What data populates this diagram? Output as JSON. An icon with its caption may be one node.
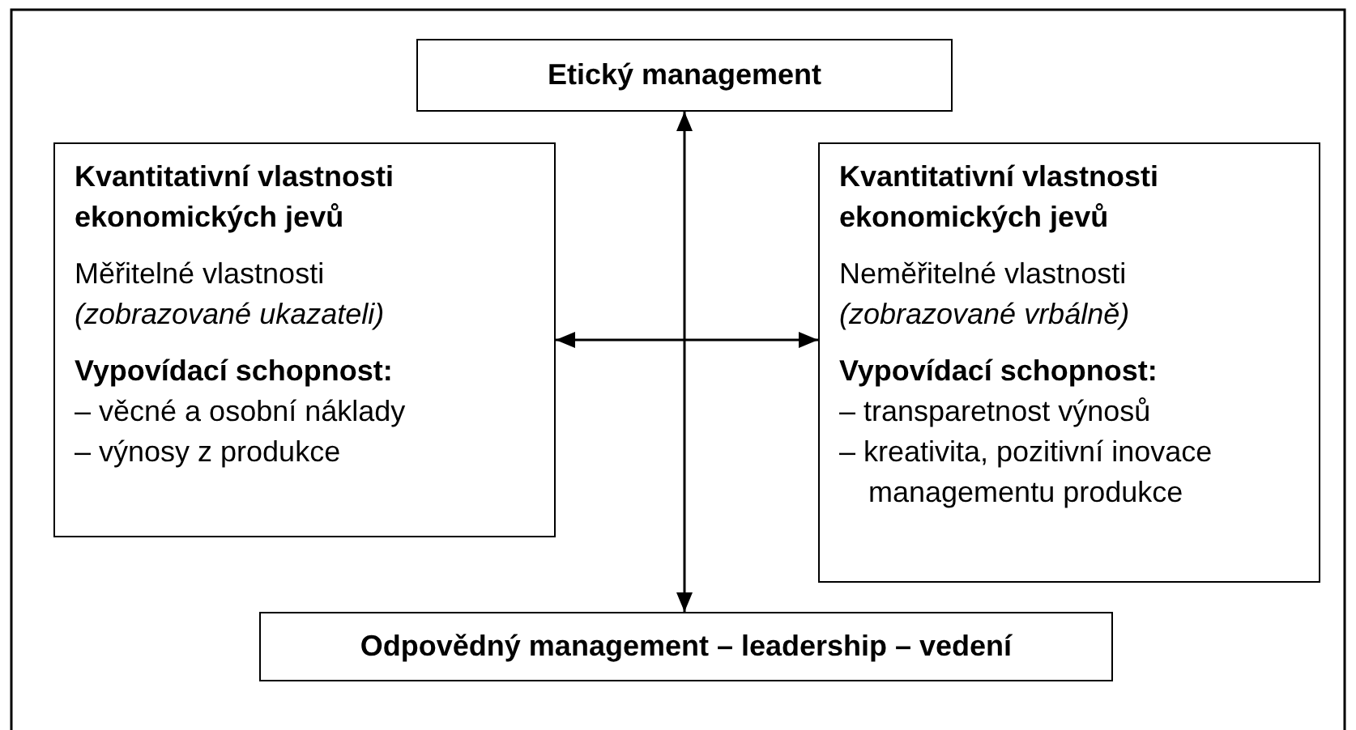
{
  "diagram": {
    "nodes": [
      {
        "text": [
          "Etický management"
        ]
      },
      {
        "text": [
          "Kvantitativní vlastnosti ekonomických jevů",
          "Měřitelné vlastnosti *(zobrazované ukazateli)*",
          "Vypovídací schopnost:",
          "– věcné a osobní náklady",
          "– výnosy z produkce"
        ]
      },
      {
        "text": [
          "Kvantitativní vlastnosti ekonomických jevů",
          "Neměřitelné vlastnosti *(zobrazované vrbálně)*",
          "Vypovídací schopnost:",
          "– transparetnost výnosů",
          "– kreativita, pozitivní inovace managementu produkce"
        ]
      },
      {
        "text": [
          "Odpovědný management – leadership – vedení"
        ]
      }
    ],
    "edges": [
      {
        "from": 0,
        "to": 3,
        "arrow": "both"
      },
      {
        "from": 1,
        "to": 2,
        "arrow": "both"
      }
    ]
  }
}
